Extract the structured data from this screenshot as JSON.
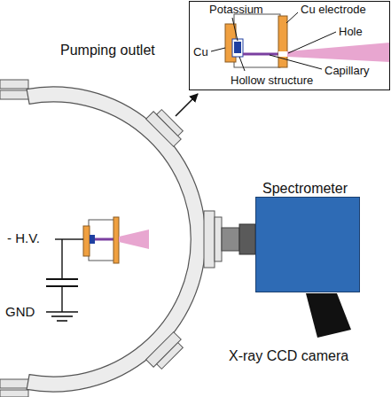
{
  "diagram": {
    "nodes": [
      {
        "text": [
          "Potassium",
          "Cu electrode",
          "Hole",
          "Cu",
          "Capillary",
          "Hollow structure"
        ]
      },
      {
        "text": [
          "Spectrometer"
        ]
      }
    ],
    "labels": [
      "Pumping outlet",
      "- H.V.",
      "GND",
      "X-ray CCD camera"
    ]
  }
}
